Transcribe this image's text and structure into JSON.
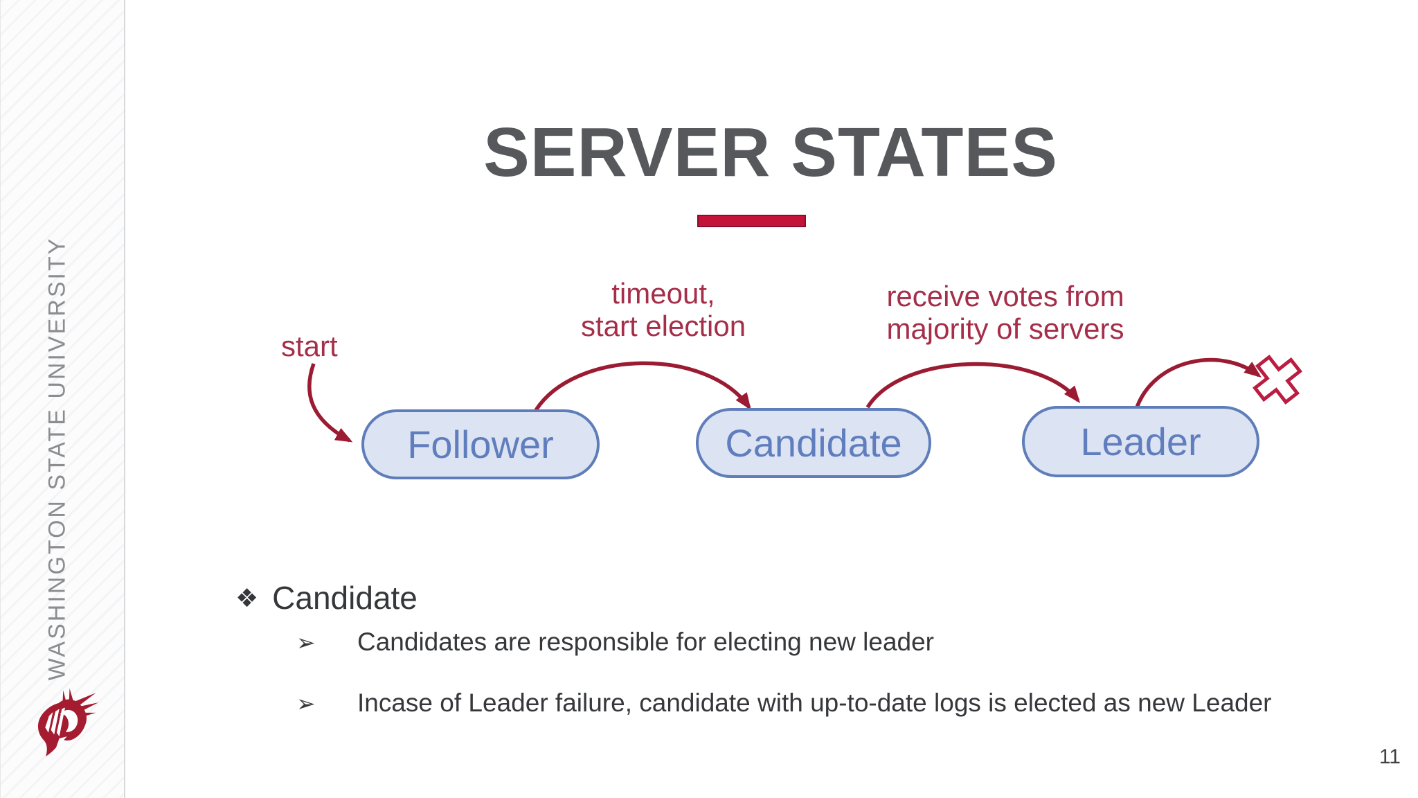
{
  "colors": {
    "crimson": "#A51C30",
    "bar_red": "#C41338",
    "diagram_label": "#A52E49",
    "arrow": "#9B1B33",
    "xmark": "#BB1D41",
    "pill_fill": "#DCE3F3",
    "pill_border": "#5F7EB9",
    "pill_text": "#607EBD",
    "title_gray": "#57585B",
    "body_text": "#35373A",
    "sidebar_text": "#8C8D8F",
    "page_num": "#3F4143"
  },
  "sidebar": {
    "university_name": "WASHINGTON STATE UNIVERSITY"
  },
  "header": {
    "title": "SERVER STATES"
  },
  "diagram": {
    "start_label": "start",
    "transition_timeout": {
      "line1": "timeout,",
      "line2": "start election"
    },
    "transition_votes": {
      "line1": "receive votes from",
      "line2": "majority of servers"
    },
    "nodes": {
      "follower": "Follower",
      "candidate": "Candidate",
      "leader": "Leader"
    }
  },
  "bullets": {
    "heading_marker": "❖",
    "heading": "Candidate",
    "item_marker": "➢",
    "items": [
      "Candidates are responsible for electing new leader",
      "Incase of Leader failure, candidate with up-to-date logs is elected as new Leader"
    ]
  },
  "footer": {
    "page_number": "11"
  }
}
